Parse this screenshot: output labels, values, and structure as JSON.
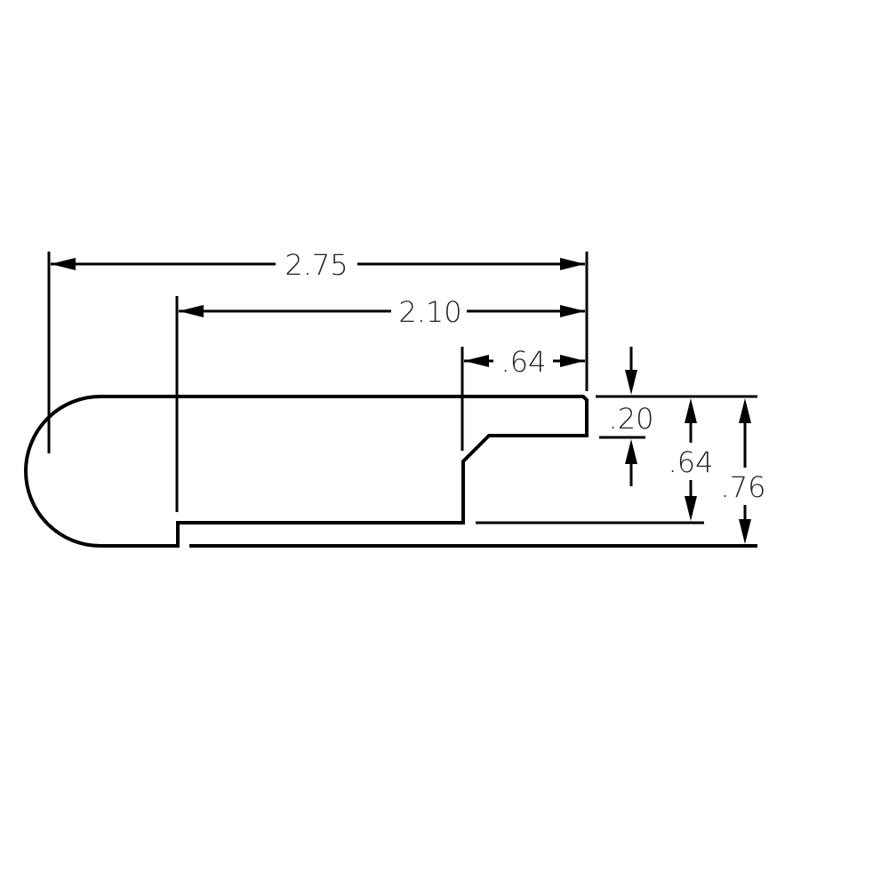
{
  "drawing": {
    "line_color": "#000000",
    "dimensions": {
      "overall_width": "2.75",
      "inner_width": "2.10",
      "tongue_length": ".64",
      "tongue_thickness": ".20",
      "body_height": ".64",
      "overall_height": ".76"
    }
  }
}
